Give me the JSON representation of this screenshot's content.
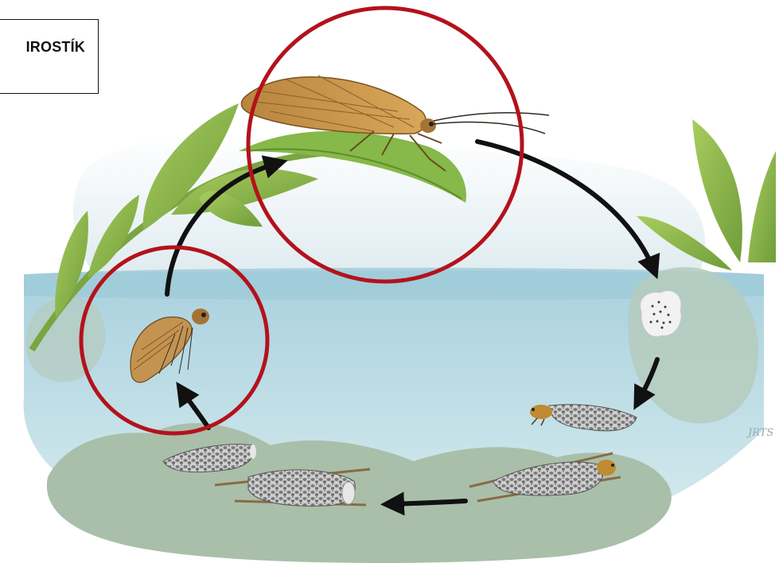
{
  "diagram": {
    "label": "IROSTÍK",
    "stages": [
      {
        "id": "adult",
        "highlighted": true
      },
      {
        "id": "eggs",
        "highlighted": false
      },
      {
        "id": "young-larva-with-case",
        "highlighted": false
      },
      {
        "id": "grown-larva-in-case",
        "highlighted": false
      },
      {
        "id": "pupa-case",
        "highlighted": false
      },
      {
        "id": "emerging-pupa",
        "highlighted": true
      }
    ],
    "signature": "JRTS",
    "colors": {
      "highlight-circle": "#b3121c",
      "arrow": "#111111",
      "water": "#bcdce6",
      "leaf": "#8fbb4a",
      "rock": "#a9bfa9"
    }
  }
}
